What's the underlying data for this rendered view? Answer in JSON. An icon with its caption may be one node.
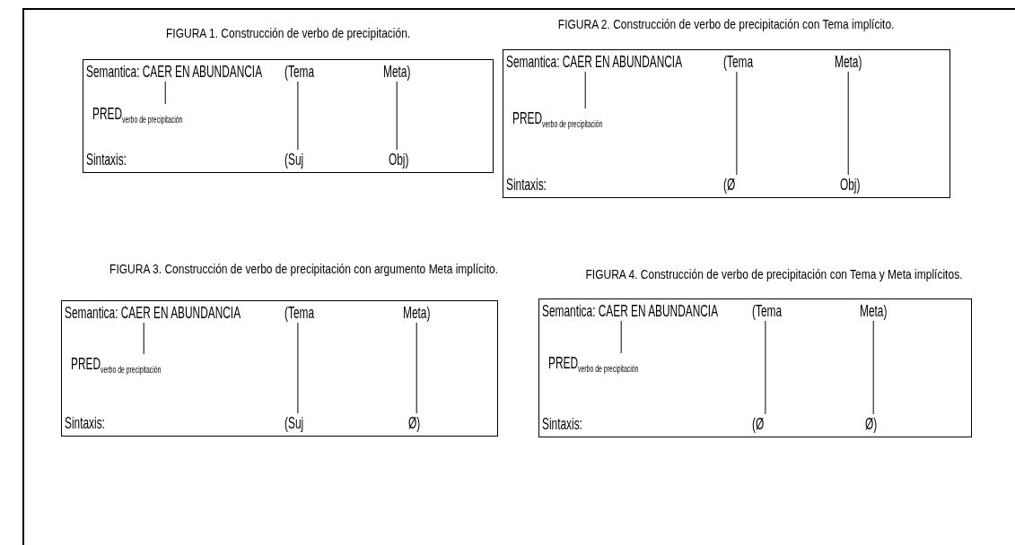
{
  "diagram": {
    "nodes": [
      {
        "text": [
          "FIGURA 1. Construcción de verbo de precipitación."
        ]
      },
      {
        "text": [
          "Semantica: CAER EN ABUNDANCIA"
        ],
        "in": 0
      },
      {
        "text": [
          "(Tema"
        ],
        "in": 0
      },
      {
        "text": [
          "Meta)"
        ],
        "in": 0
      },
      {
        "text": [
          "PRED$_{verbo de precipitación}$"
        ],
        "in": 0
      },
      {
        "text": [
          "(Suj"
        ],
        "in": 0
      },
      {
        "text": [
          "Obj)"
        ],
        "in": 0
      },
      {
        "text": [
          "FIGURA 2. Construcción de verbo de precipitación con Tema implícito."
        ]
      },
      {
        "text": [
          "Semantica: CAER EN ABUNDANCIA"
        ],
        "in": 7
      },
      {
        "text": [
          "(Tema"
        ],
        "in": 7
      },
      {
        "text": [
          "Meta)"
        ],
        "in": 7
      },
      {
        "text": [
          "PRED$_{verbo de precipitación}$"
        ],
        "in": 7
      },
      {
        "text": [
          "(Ø"
        ],
        "in": 7
      },
      {
        "text": [
          "Obj)"
        ],
        "in": 7
      },
      {
        "text": [
          "FIGURA 3. Construcción de verbo de precipitación con argumento Meta implícito."
        ]
      },
      {
        "text": [
          "Semantica: CAER EN ABUNDANCIA"
        ],
        "in": 14
      },
      {
        "text": [
          "(Tema"
        ],
        "in": 14
      },
      {
        "text": [
          "Meta)"
        ],
        "in": 14
      },
      {
        "text": [
          "PRED$_{verbo de precipitación}$"
        ],
        "in": 14
      },
      {
        "text": [
          "(Suj"
        ],
        "in": 14
      },
      {
        "text": [
          "Ø)"
        ],
        "in": 14
      },
      {
        "text": [
          "FIGURA 4. Construcción de verbo de precipitación con Tema y Meta implícitos."
        ]
      },
      {
        "text": [
          "Semantica: CAER EN ABUNDANCIA"
        ],
        "in": 21
      },
      {
        "text": [
          "(Tema"
        ],
        "in": 21
      },
      {
        "text": [
          "Meta)"
        ],
        "in": 21
      },
      {
        "text": [
          "PRED$_{verbo de precipitación}$"
        ],
        "in": 21
      },
      {
        "text": [
          "(Ø"
        ],
        "in": 21
      },
      {
        "text": [
          "Ø)"
        ],
        "in": 21
      }
    ],
    "edges": [
      {
        "from": 1,
        "to": 4,
        "arrow": "none"
      },
      {
        "from": 2,
        "to": 5,
        "arrow": "none"
      },
      {
        "from": 3,
        "to": 6,
        "arrow": "none"
      },
      {
        "from": 8,
        "to": 11,
        "arrow": "none"
      },
      {
        "from": 9,
        "to": 12,
        "arrow": "none"
      },
      {
        "from": 10,
        "to": 13,
        "arrow": "none"
      },
      {
        "from": 15,
        "to": 18,
        "arrow": "none"
      },
      {
        "from": 16,
        "to": 19,
        "arrow": "none"
      },
      {
        "from": 17,
        "to": 20,
        "arrow": "none"
      },
      {
        "from": 22,
        "to": 25,
        "arrow": "none"
      },
      {
        "from": 23,
        "to": 26,
        "arrow": "none"
      },
      {
        "from": 24,
        "to": 27,
        "arrow": "none"
      }
    ],
    "labels": [
      "Sintaxis:",
      "Sintaxis:",
      "Sintaxis:",
      "Sintaxis:"
    ]
  }
}
